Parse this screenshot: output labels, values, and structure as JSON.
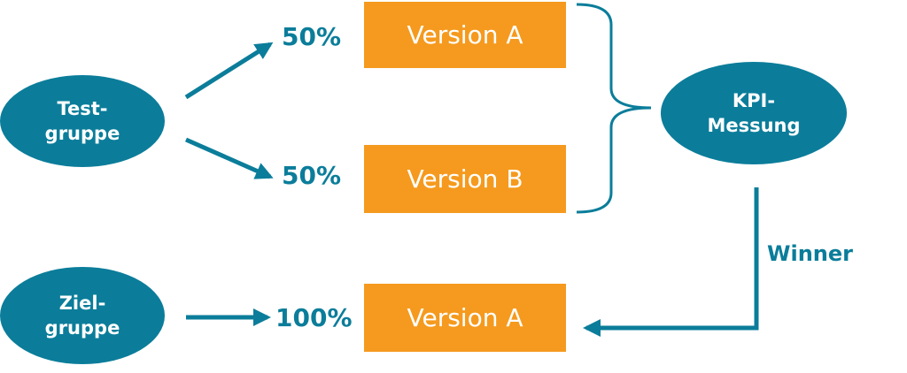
{
  "colors": {
    "teal": "#0b7d9a",
    "orange": "#f59a1e",
    "text_on_shape": "#ffffff"
  },
  "nodes": {
    "testgruppe": {
      "line1": "Test-",
      "line2": "gruppe"
    },
    "zielgruppe": {
      "line1": "Ziel-",
      "line2": "gruppe"
    },
    "kpi": {
      "line1": "KPI-",
      "line2": "Messung"
    }
  },
  "boxes": {
    "version_a_top": "Version A",
    "version_b": "Version B",
    "version_a_bottom": "Version A"
  },
  "splits": {
    "top": "50%",
    "middle": "50%",
    "bottom": "100%"
  },
  "winner_label": "Winner"
}
